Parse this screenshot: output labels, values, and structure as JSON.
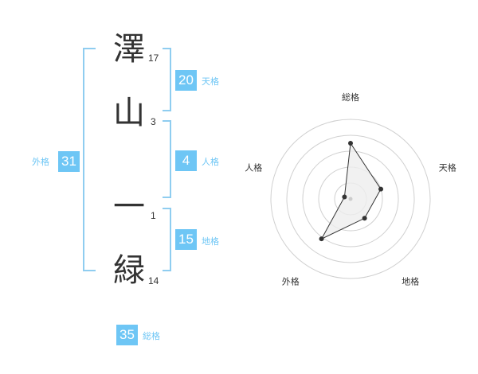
{
  "name": {
    "characters": [
      {
        "char": "澤",
        "strokes": "17"
      },
      {
        "char": "山",
        "strokes": "3"
      },
      {
        "char": "一",
        "strokes": "1"
      },
      {
        "char": "緑",
        "strokes": "14"
      }
    ]
  },
  "scores": {
    "tenkaku": {
      "value": "20",
      "label": "天格"
    },
    "jinkaku": {
      "value": "4",
      "label": "人格"
    },
    "chikaku": {
      "value": "15",
      "label": "地格"
    },
    "gaikaku": {
      "value": "31",
      "label": "外格"
    },
    "soukaku": {
      "value": "35",
      "label": "総格"
    }
  },
  "colors": {
    "accent": "#6ec6f5",
    "bracket": "#8fcdf0",
    "text": "#333333",
    "radar_fill": "#eeeeee"
  },
  "chart_data": {
    "type": "radar",
    "axes": [
      "総格",
      "天格",
      "地格",
      "外格",
      "人格"
    ],
    "values": [
      35,
      20,
      15,
      31,
      4
    ],
    "range": [
      0,
      50
    ],
    "rings": 5
  }
}
